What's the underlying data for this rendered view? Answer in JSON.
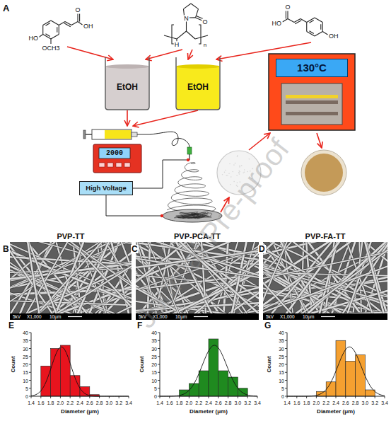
{
  "diagram": {
    "nodes": [
      {
        "text": [
          "EtOH"
        ]
      },
      {
        "text": [
          "EtOH"
        ]
      },
      {
        "text": [
          "2000"
        ]
      },
      {
        "text": [
          "High Voltage"
        ]
      },
      {
        "text": [
          "130°C"
        ]
      }
    ],
    "edges": [
      {
        "from": 0,
        "to": 2,
        "arrow": "to"
      },
      {
        "from": 1,
        "to": 2,
        "arrow": "to"
      }
    ],
    "labels": [
      "A",
      "B",
      "C",
      "D",
      "E",
      "F",
      "G",
      "PVP-TT",
      "PVP-PCA-TT",
      "PVP-FA-TT",
      "O",
      "OH",
      "HO",
      "OCH3",
      "N",
      "O",
      "H",
      "n",
      "HO",
      "O",
      "OH",
      "5kV",
      "X1,000",
      "10μm",
      "5kV",
      "X1,000",
      "10μm",
      "5kV",
      "X1,000",
      "10μm",
      "1.4",
      "1.6",
      "1.8",
      "2.0",
      "2.2",
      "2.4",
      "2.6",
      "2.8",
      "3.0",
      "3.2",
      "3.4",
      "0",
      "5",
      "10",
      "15",
      "20",
      "25",
      "30",
      "35",
      "40",
      "Count",
      "Diameter (μm)",
      "1.4",
      "1.6",
      "1.8",
      "2.0",
      "2.2",
      "2.4",
      "2.6",
      "2.8",
      "3.0",
      "3.2",
      "3.4",
      "0",
      "5",
      "10",
      "15",
      "20",
      "25",
      "30",
      "35",
      "40",
      "Count",
      "Diameter (μm)",
      "1.4",
      "1.6",
      "1.8",
      "2.0",
      "2.2",
      "2.4",
      "2.6",
      "2.8",
      "3.0",
      "3.2",
      "3.4",
      "0",
      "5",
      "10",
      "15",
      "20",
      "25",
      "30",
      "35",
      "40",
      "Count",
      "Diameter (μm)",
      "Journal Pre-proof"
    ]
  }
}
